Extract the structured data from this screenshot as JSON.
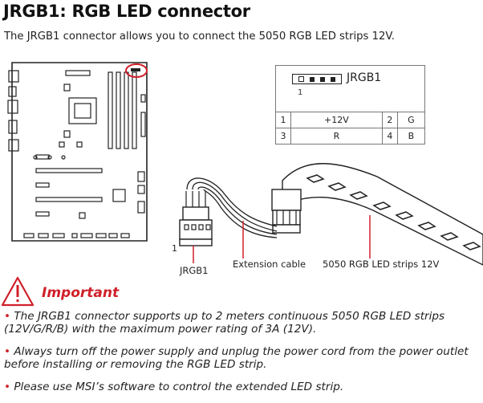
{
  "title": "JRGB1: RGB LED connector",
  "intro": "The JRGB1 connector allows you to connect the 5050 RGB LED strips 12V.",
  "connector": {
    "name": "JRGB1",
    "pin_one_marker": "1",
    "pins": [
      {
        "pin": "1",
        "signal": "+12V",
        "pin2": "2",
        "signal2": "G"
      },
      {
        "pin": "3",
        "signal": "R",
        "pin2": "4",
        "signal2": "B"
      }
    ]
  },
  "diagram": {
    "pin_one_marker": "1",
    "label_connector": "JRGB1",
    "label_cable": "Extension cable",
    "label_strip": "5050 RGB LED strips 12V"
  },
  "important": {
    "heading": "Important",
    "accent_color": "#d0202a",
    "notes": [
      "The JRGB1 connector supports up to 2 meters continuous 5050 RGB LED strips (12V/G/R/B) with the maximum power rating of 3A (12V).",
      "Always turn off the power supply and unplug the power cord from the power outlet before installing or removing the RGB LED strip.",
      "Please use MSI’s software to control the extended LED strip."
    ]
  }
}
